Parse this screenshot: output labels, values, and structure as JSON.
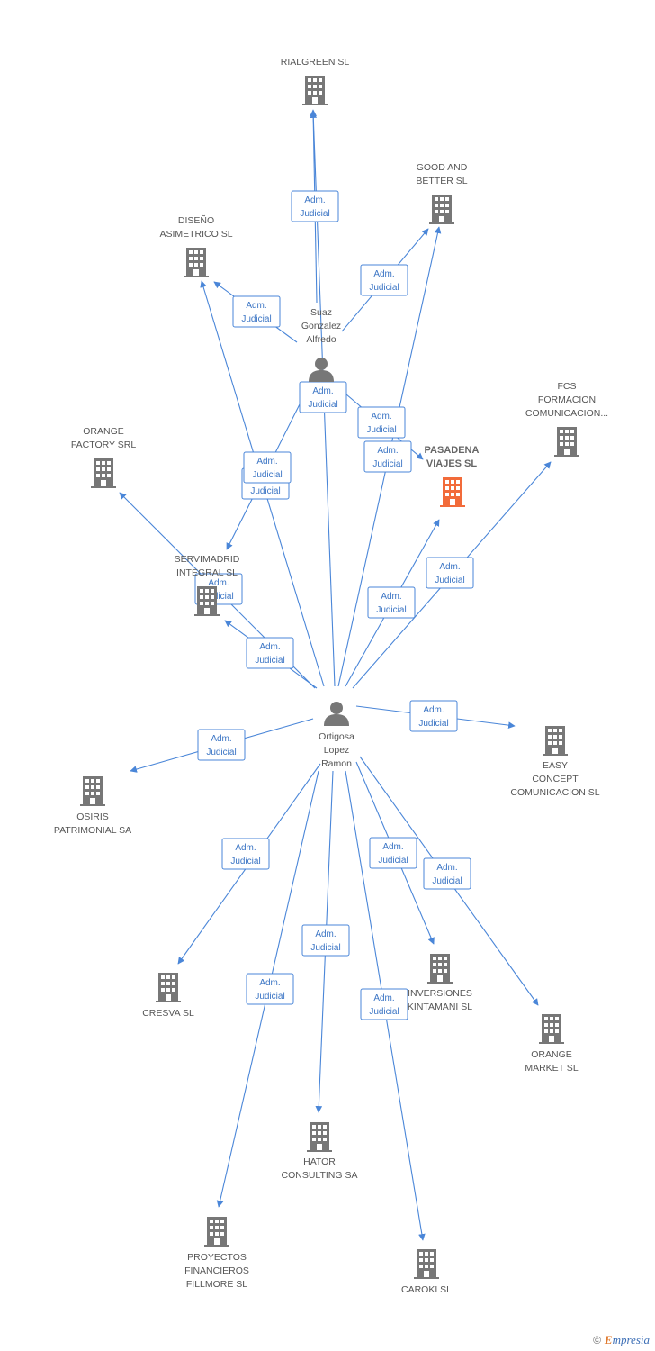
{
  "colors": {
    "edge": "#4a86d8",
    "company": "#777777",
    "focus_company": "#f26b3a",
    "person": "#777777"
  },
  "edge_label": [
    "Adm.",
    "Judicial"
  ],
  "footer": {
    "copyright": "©",
    "brand_first": "E",
    "brand_rest": "mpresia"
  },
  "nodes": [
    {
      "id": "rialgreen",
      "type": "company",
      "lines": [
        "RIALGREEN SL"
      ]
    },
    {
      "id": "goodbetter",
      "type": "company",
      "lines": [
        "GOOD AND",
        "BETTER SL"
      ]
    },
    {
      "id": "disenio",
      "type": "company",
      "lines": [
        "DISEÑO",
        "ASIMETRICO SL"
      ]
    },
    {
      "id": "suaz",
      "type": "person",
      "lines": [
        "Suaz",
        "Gonzalez",
        "Alfredo"
      ]
    },
    {
      "id": "fcs",
      "type": "company",
      "lines": [
        "FCS",
        "FORMACION",
        "COMUNICACION..."
      ]
    },
    {
      "id": "pasadena",
      "type": "focus",
      "lines": [
        "PASADENA",
        "VIAJES SL"
      ]
    },
    {
      "id": "orangefactory",
      "type": "company",
      "lines": [
        "ORANGE",
        "FACTORY SRL"
      ]
    },
    {
      "id": "servimadrid",
      "type": "company",
      "lines": [
        "SERVIMADRID",
        "INTEGRAL SL"
      ]
    },
    {
      "id": "ortigosa",
      "type": "person",
      "lines": [
        "Ortigosa",
        "Lopez",
        "Ramon"
      ]
    },
    {
      "id": "easy",
      "type": "company",
      "lines": [
        "EASY",
        "CONCEPT",
        "COMUNICACION SL"
      ]
    },
    {
      "id": "osiris",
      "type": "company",
      "lines": [
        "OSIRIS",
        "PATRIMONIAL SA"
      ]
    },
    {
      "id": "cresva",
      "type": "company",
      "lines": [
        "CRESVA SL"
      ]
    },
    {
      "id": "inversiones",
      "type": "company",
      "lines": [
        "INVERSIONES",
        "KINTAMANI SL"
      ]
    },
    {
      "id": "orangemarket",
      "type": "company",
      "lines": [
        "ORANGE",
        "MARKET SL"
      ]
    },
    {
      "id": "hator",
      "type": "company",
      "lines": [
        "HATOR",
        "CONSULTING SA"
      ]
    },
    {
      "id": "proyectos",
      "type": "company",
      "lines": [
        "PROYECTOS",
        "FINANCIEROS",
        "FILLMORE SL"
      ]
    },
    {
      "id": "caroki",
      "type": "company",
      "lines": [
        "CAROKI SL"
      ]
    }
  ],
  "edges": [
    {
      "from": "suaz",
      "to": "rialgreen"
    },
    {
      "from": "suaz",
      "to": "goodbetter"
    },
    {
      "from": "suaz",
      "to": "disenio"
    },
    {
      "from": "suaz",
      "to": "pasadena"
    },
    {
      "from": "suaz",
      "to": "servimadrid"
    },
    {
      "from": "ortigosa",
      "to": "rialgreen"
    },
    {
      "from": "ortigosa",
      "to": "goodbetter"
    },
    {
      "from": "ortigosa",
      "to": "disenio"
    },
    {
      "from": "ortigosa",
      "to": "fcs"
    },
    {
      "from": "ortigosa",
      "to": "pasadena"
    },
    {
      "from": "ortigosa",
      "to": "orangefactory"
    },
    {
      "from": "ortigosa",
      "to": "servimadrid"
    },
    {
      "from": "ortigosa",
      "to": "easy"
    },
    {
      "from": "ortigosa",
      "to": "osiris"
    },
    {
      "from": "ortigosa",
      "to": "cresva"
    },
    {
      "from": "ortigosa",
      "to": "inversiones"
    },
    {
      "from": "ortigosa",
      "to": "orangemarket"
    },
    {
      "from": "ortigosa",
      "to": "hator"
    },
    {
      "from": "ortigosa",
      "to": "proyectos"
    },
    {
      "from": "ortigosa",
      "to": "caroki"
    }
  ]
}
